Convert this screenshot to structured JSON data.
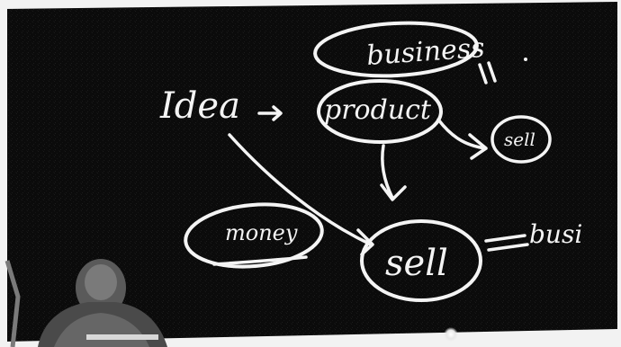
{
  "board": {
    "words": {
      "idea": "Idea",
      "product": "product",
      "business": "business",
      "sell_small": "sell",
      "money": "money",
      "sell_main": "sell",
      "business_short": "busi"
    }
  },
  "colors": {
    "board_background": "#0b0b0b",
    "chalk": "#f4f4f4",
    "outer_frame": "#f2f2f2"
  },
  "icons": {
    "presenter": "person-silhouette",
    "light": "light-spot"
  }
}
